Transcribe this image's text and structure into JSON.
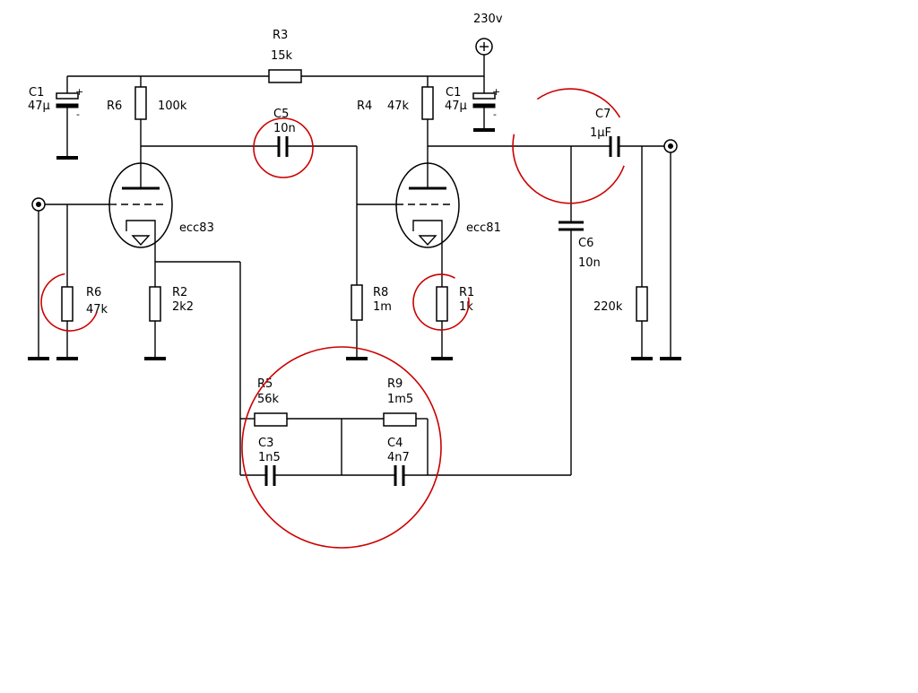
{
  "supply": {
    "voltage_label": "230v"
  },
  "components": {
    "r3": {
      "ref": "R3",
      "value": "15k"
    },
    "c1_left": {
      "ref": "C1",
      "value": "47µ"
    },
    "r6_plate": {
      "ref": "R6",
      "value": "100k"
    },
    "c5": {
      "ref": "C5",
      "value": "10n"
    },
    "r4": {
      "ref": "R4",
      "value": "47k"
    },
    "c1_right": {
      "ref": "C1",
      "value": "47µ"
    },
    "c7": {
      "ref": "C7",
      "value": "1µF"
    },
    "c6": {
      "ref": "C6",
      "value": "10n"
    },
    "r6_grid": {
      "ref": "R6",
      "value": "47k"
    },
    "r2": {
      "ref": "R2",
      "value": "2k2"
    },
    "r8": {
      "ref": "R8",
      "value": "1m"
    },
    "r1": {
      "ref": "R1",
      "value": "1k"
    },
    "r_out": {
      "value": "220k"
    },
    "r5": {
      "ref": "R5",
      "value": "56k"
    },
    "r9": {
      "ref": "R9",
      "value": "1m5"
    },
    "c3": {
      "ref": "C3",
      "value": "1n5"
    },
    "c4": {
      "ref": "C4",
      "value": "4n7"
    }
  },
  "tubes": {
    "v1": "ecc83",
    "v2": "ecc81"
  },
  "polarity": {
    "plus": "+",
    "minus": "-"
  },
  "colors": {
    "wire": "#000000",
    "annotation": "#cc0000",
    "background": "#ffffff"
  }
}
